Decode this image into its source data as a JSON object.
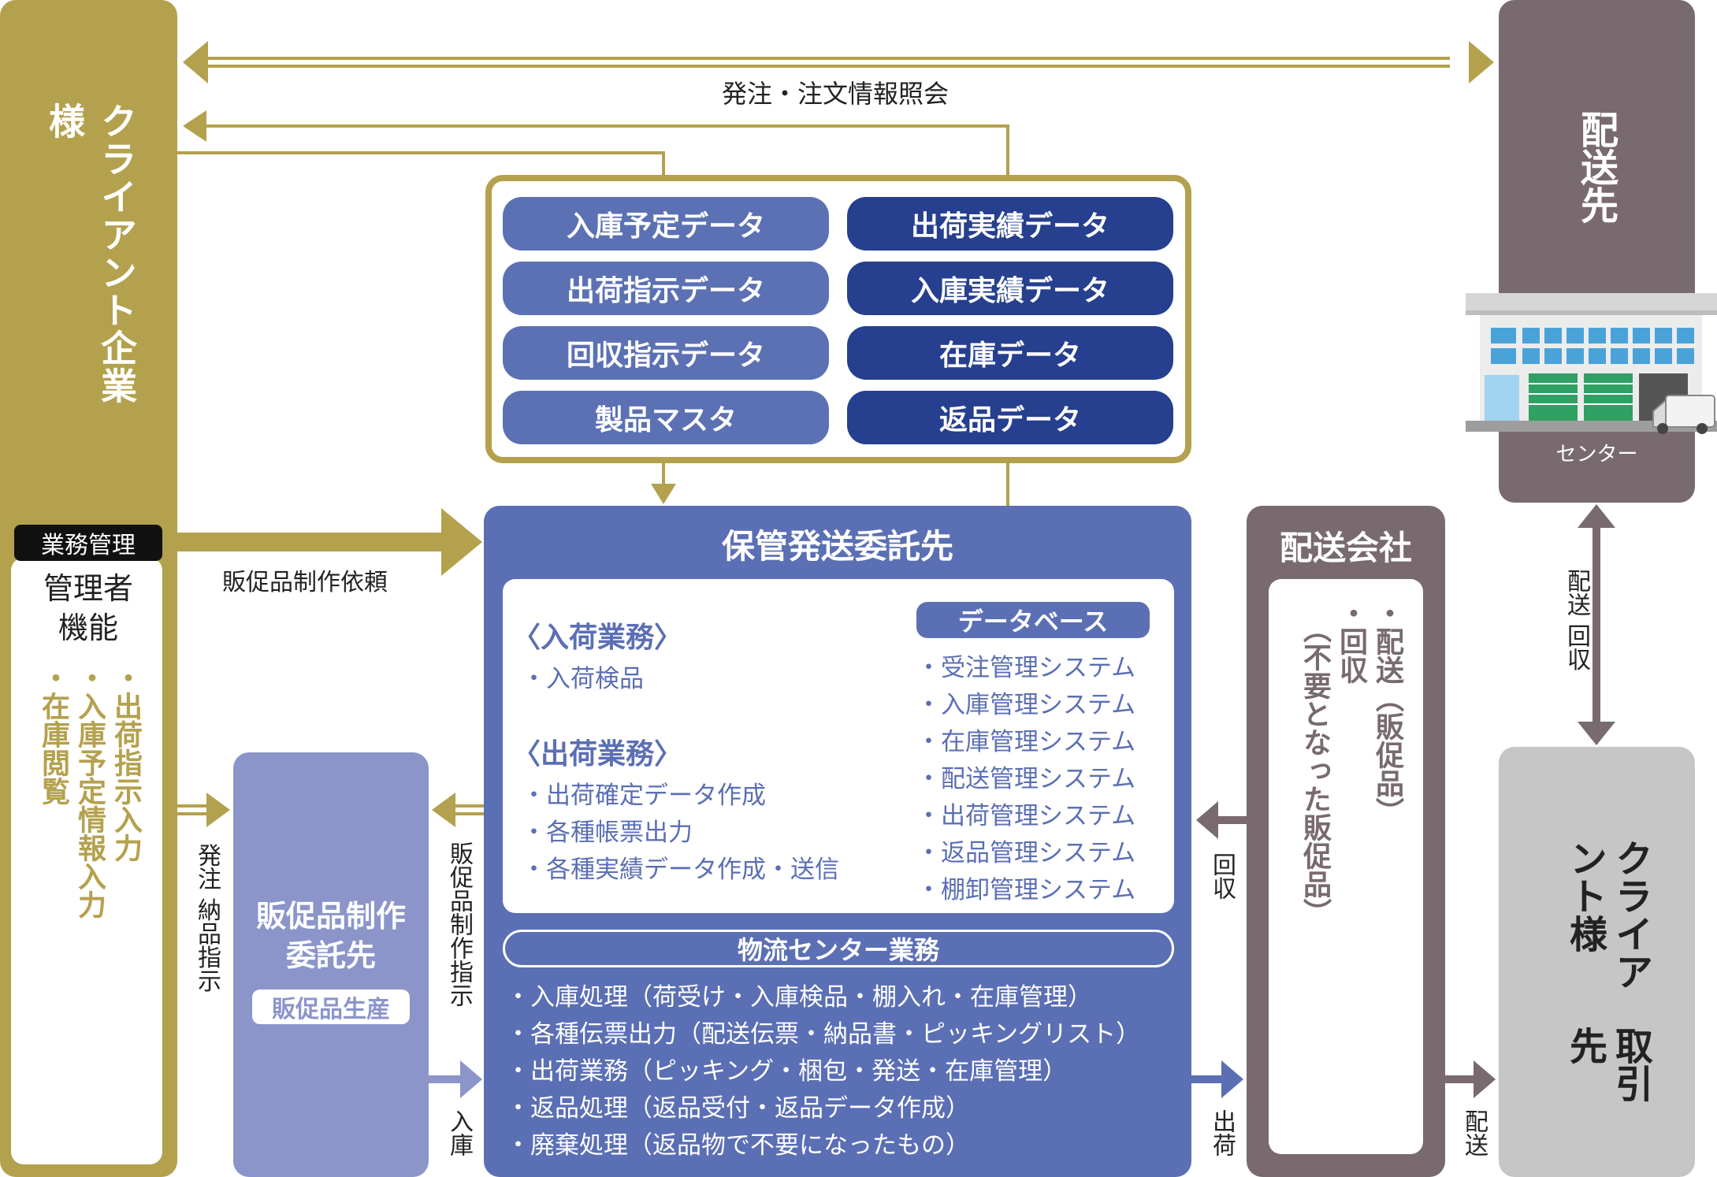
{
  "top_label": "発注・注文情報照会",
  "client": {
    "title": "クライアント企業様",
    "badge": "業務管理",
    "mgr_line1": "管理者",
    "mgr_line2": "機能",
    "features": [
      "・出荷指示入力",
      "・入庫予定情報入力",
      "・在庫閲覧"
    ]
  },
  "destination": {
    "title": "配送先",
    "center_label": "センター"
  },
  "customer": {
    "title_line1": "クライアント様",
    "title_line2": "取引先"
  },
  "data_panel": {
    "left": [
      "入庫予定データ",
      "出荷指示データ",
      "回収指示データ",
      "製品マスタ"
    ],
    "right": [
      "出荷実績データ",
      "入庫実績データ",
      "在庫データ",
      "返品データ"
    ]
  },
  "main": {
    "title": "保管発送委託先",
    "section1_title": "〈入荷業務〉",
    "section1_items": [
      "・入荷検品"
    ],
    "section2_title": "〈出荷業務〉",
    "section2_items": [
      "・出荷確定データ作成",
      "・各種帳票出力",
      "・各種実績データ作成・送信"
    ],
    "db_title": "データベース",
    "db_items": [
      "・受注管理システム",
      "・入庫管理システム",
      "・在庫管理システム",
      "・配送管理システム",
      "・出荷管理システム",
      "・返品管理システム",
      "・棚卸管理システム"
    ],
    "logistics_title": "物流センター業務",
    "logistics_items": [
      "・入庫処理（荷受け・入庫検品・棚入れ・在庫管理）",
      "・各種伝票出力（配送伝票・納品書・ピッキングリスト）",
      "・出荷業務（ピッキング・梱包・発送・在庫管理）",
      "・返品処理（返品受付・返品データ作成）",
      "・廃棄処理（返品物で不要になったもの）"
    ]
  },
  "promo": {
    "title_line1": "販促品制作",
    "title_line2": "委託先",
    "badge": "販促品生産"
  },
  "delivery_company": {
    "title": "配送会社",
    "col1": "・配送（販促品）",
    "col2": "・回収",
    "col3": "（不要となった販促品）"
  },
  "labels": {
    "promo_request": "販促品制作依頼",
    "order_delivery_instr": "発注 納品指示",
    "promo_instr": "販促品制作指示",
    "inbound": "入庫",
    "collect": "回収",
    "ship": "出荷",
    "deliver": "配送",
    "deliver_collect": "配送 回収"
  },
  "colors": {
    "gold": "#b4a14e",
    "main_blue": "#5b6fb4",
    "navy": "#263f8e",
    "brown": "#786a6e",
    "lavender": "#8b95ca",
    "grey": "#c6c6c6"
  }
}
